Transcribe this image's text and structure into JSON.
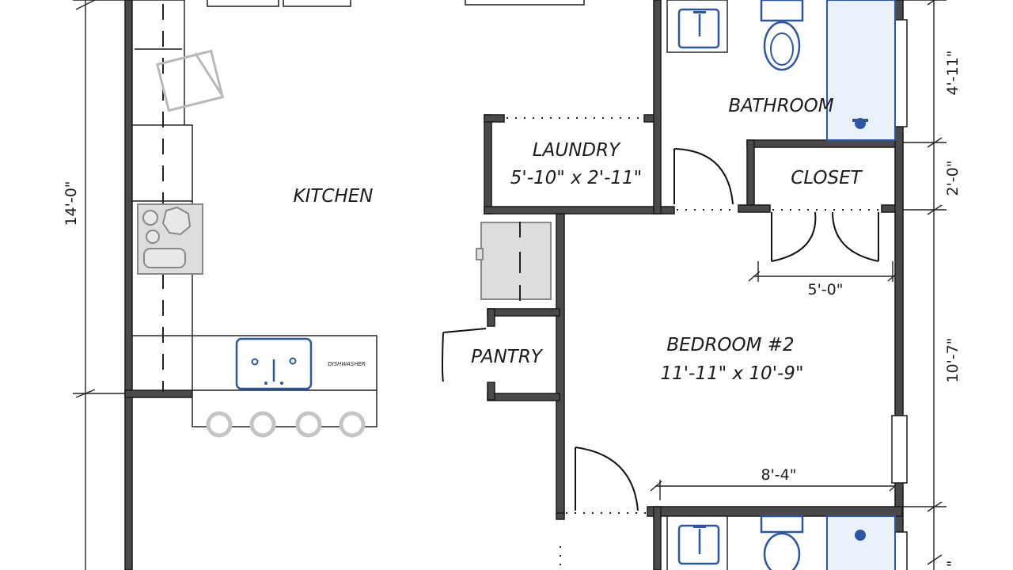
{
  "rooms": {
    "kitchen": "KITCHEN",
    "laundry": "LAUNDRY",
    "laundry_size": "5'-10\" x 2'-11\"",
    "bathroom": "BATHROOM",
    "closet": "CLOSET",
    "pantry": "PANTRY",
    "bedroom2": "BEDROOM #2",
    "bedroom2_size": "11'-11\" x 10'-9\""
  },
  "appliances": {
    "dishwasher": "DISHWASHER"
  },
  "dimensions": {
    "kitchen_height": "14'-0\"",
    "closet_width": "5'-0\"",
    "bedroom_width": "8'-4\"",
    "bath_height": "4'-11\"",
    "closet_height": "2'-0\"",
    "bedroom_height": "10'-7\"",
    "bottom_cut": "\""
  },
  "colors": {
    "wall_fill": "#4a4a4a",
    "wall_outline": "#1a1a1a",
    "fixture_blue": "#2d57a5",
    "shower_fill": "#e9f1fb",
    "furniture_gray": "#b8b8b8"
  }
}
